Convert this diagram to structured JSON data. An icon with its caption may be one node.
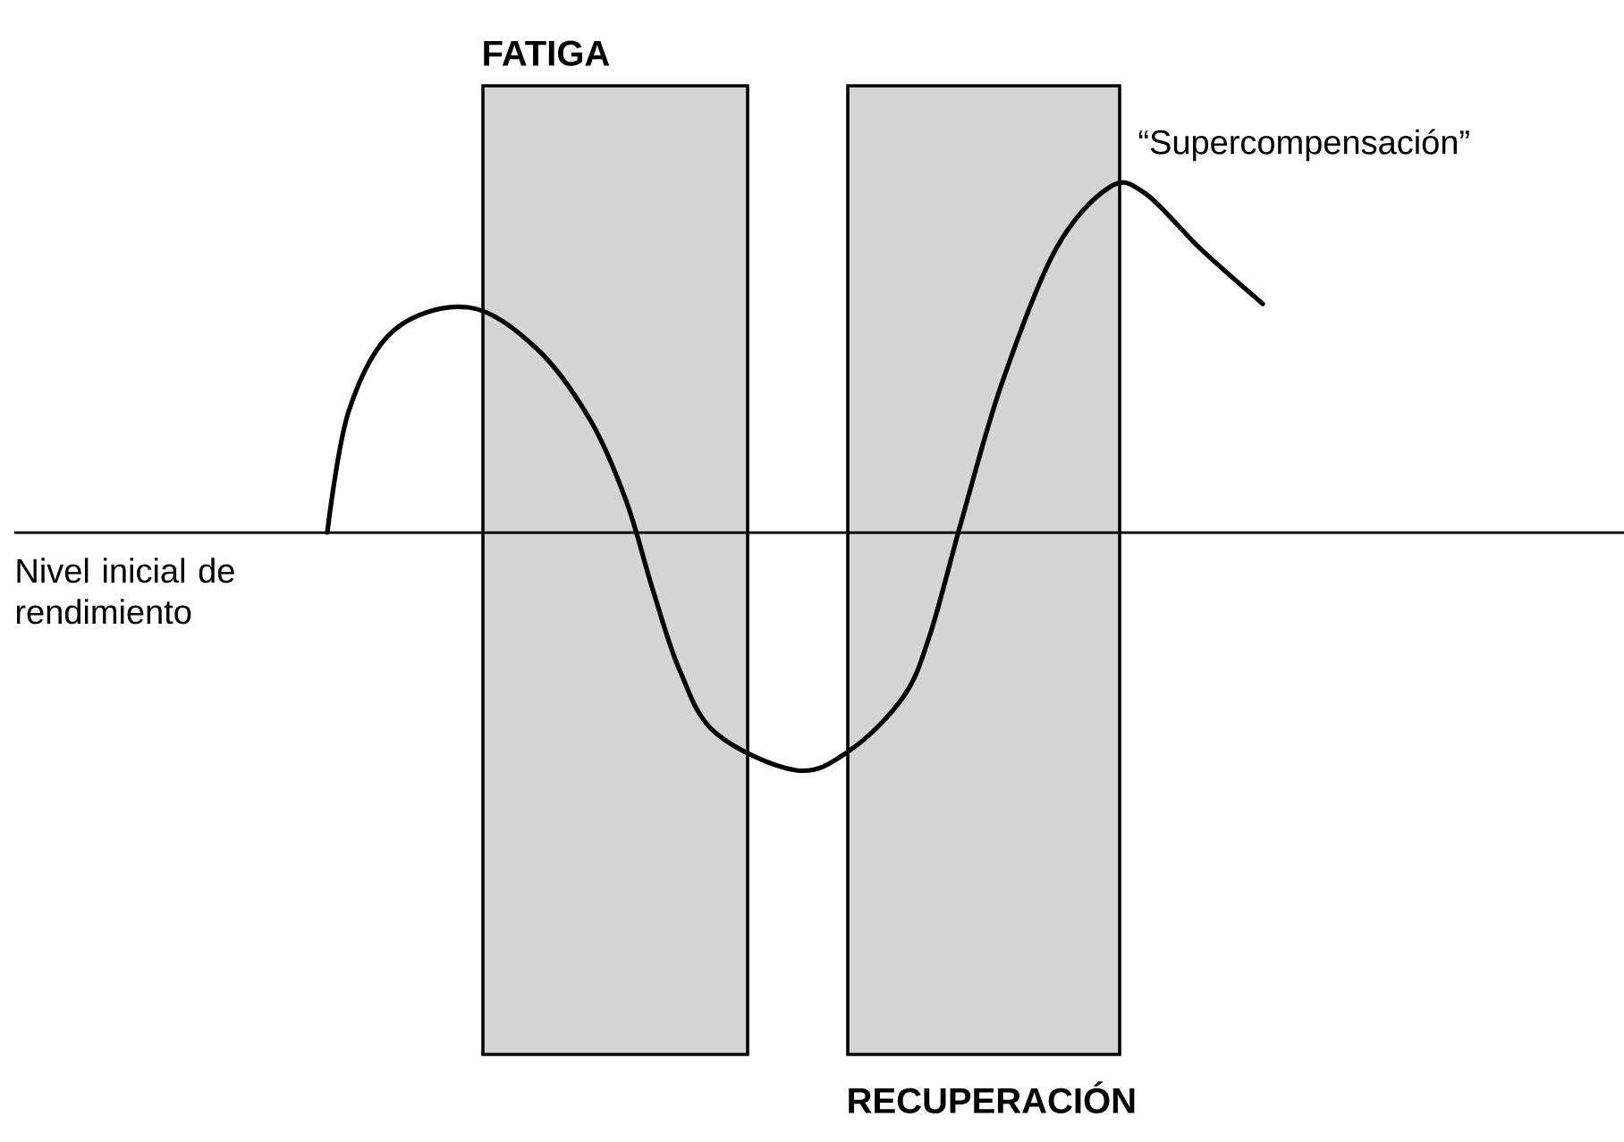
{
  "diagram": {
    "nodes": [
      {
        "text": [
          "FATIGA"
        ]
      },
      {
        "text": [
          "RECUPERACIÓN"
        ]
      }
    ],
    "labels": [
      "Nivel inicial de rendimiento",
      "“Supercompensación”"
    ]
  }
}
